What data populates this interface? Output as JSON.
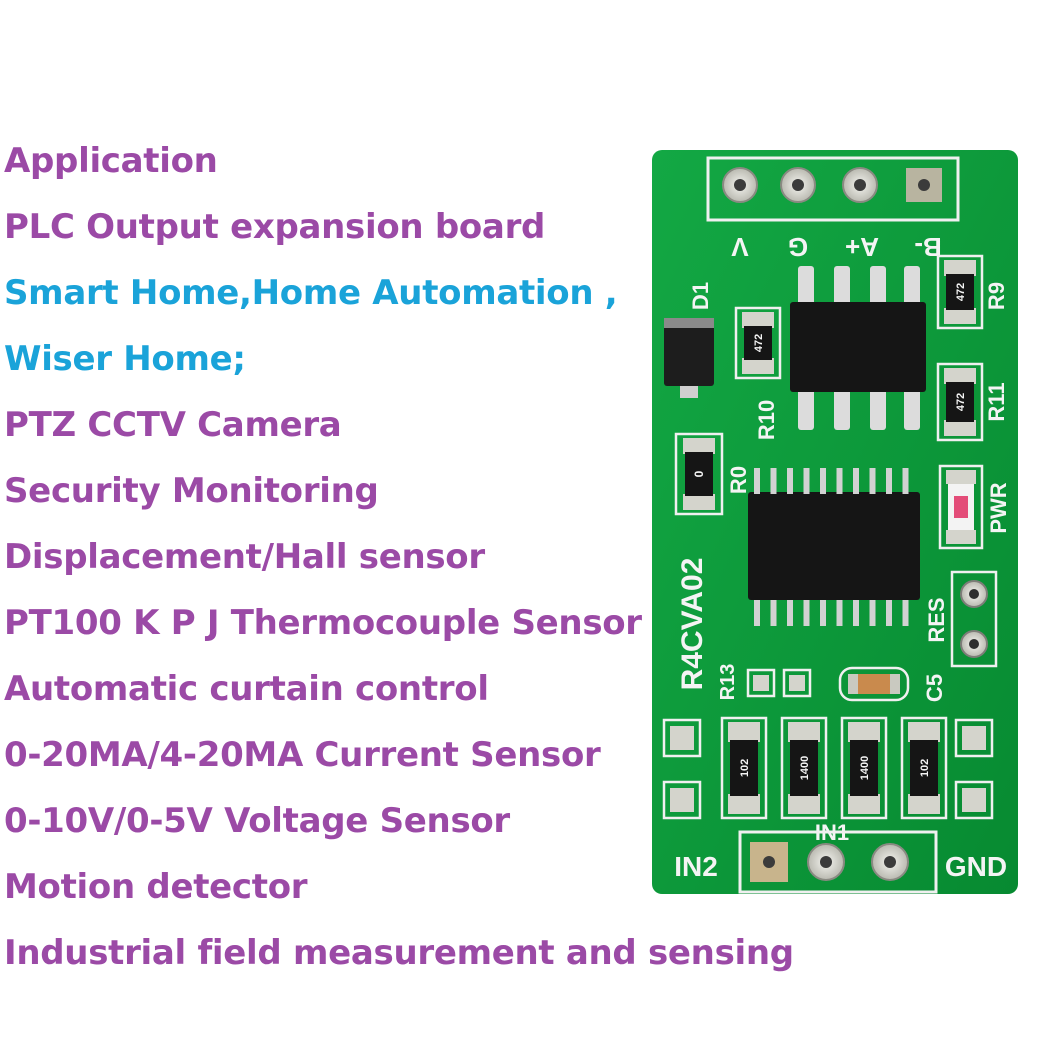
{
  "application_list": {
    "items": [
      {
        "text": "Application",
        "color": "#9b4aa6"
      },
      {
        "text": "PLC Output expansion board",
        "color": "#9b4aa6"
      },
      {
        "text": "Smart Home,Home Automation ,",
        "color": "#1aa3d9"
      },
      {
        "text": "Wiser Home;",
        "color": "#1aa3d9"
      },
      {
        "text": "PTZ CCTV Camera",
        "color": "#9b4aa6"
      },
      {
        "text": "Security Monitoring",
        "color": "#9b4aa6"
      },
      {
        "text": "Displacement/Hall sensor",
        "color": "#9b4aa6"
      },
      {
        "text": "PT100 K P J Thermocouple Sensor",
        "color": "#9b4aa6"
      },
      {
        "text": "Automatic curtain control",
        "color": "#9b4aa6"
      },
      {
        "text": "0-20MA/4-20MA Current Sensor",
        "color": "#9b4aa6"
      },
      {
        "text": "0-10V/0-5V Voltage Sensor",
        "color": "#9b4aa6"
      },
      {
        "text": "Motion detector",
        "color": "#9b4aa6"
      },
      {
        "text": "Industrial field measurement and sensing",
        "color": "#9b4aa6"
      }
    ]
  },
  "board": {
    "pcb_color": "#0c9a3a",
    "top_pins": [
      "V",
      "G",
      "A+",
      "B-"
    ],
    "labels": {
      "model": "R4CVA02",
      "d1": "D1",
      "r9": "R9",
      "r10": "R10",
      "r11": "R11",
      "r0": "R0",
      "pwr": "PWR",
      "res": "RES",
      "r13": "R13",
      "c5": "C5",
      "in1": "IN1",
      "in2": "IN2",
      "gnd": "GND"
    },
    "resistor_codes": {
      "r10": "472",
      "r9": "472",
      "r11": "472",
      "r0": "0",
      "bottom": [
        "102",
        "1400",
        "1400",
        "102"
      ]
    }
  }
}
